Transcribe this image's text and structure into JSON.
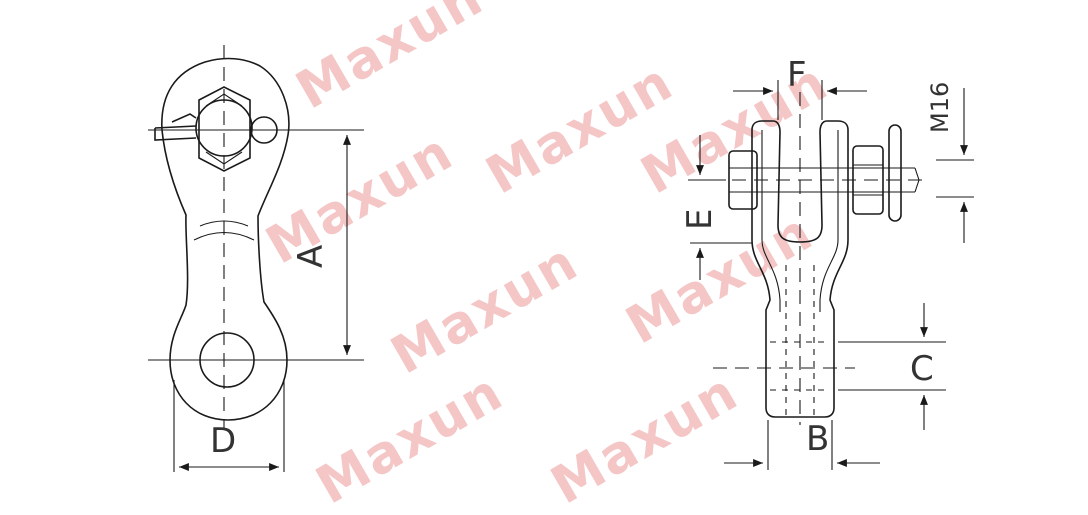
{
  "watermark": {
    "text": "Maxun",
    "color": "#f4c6c6"
  },
  "line_color": "#1a1a1a",
  "labels": {
    "A": "A",
    "D": "D",
    "F": "F",
    "E": "E",
    "M16": "M16",
    "C": "C",
    "B": "B"
  }
}
